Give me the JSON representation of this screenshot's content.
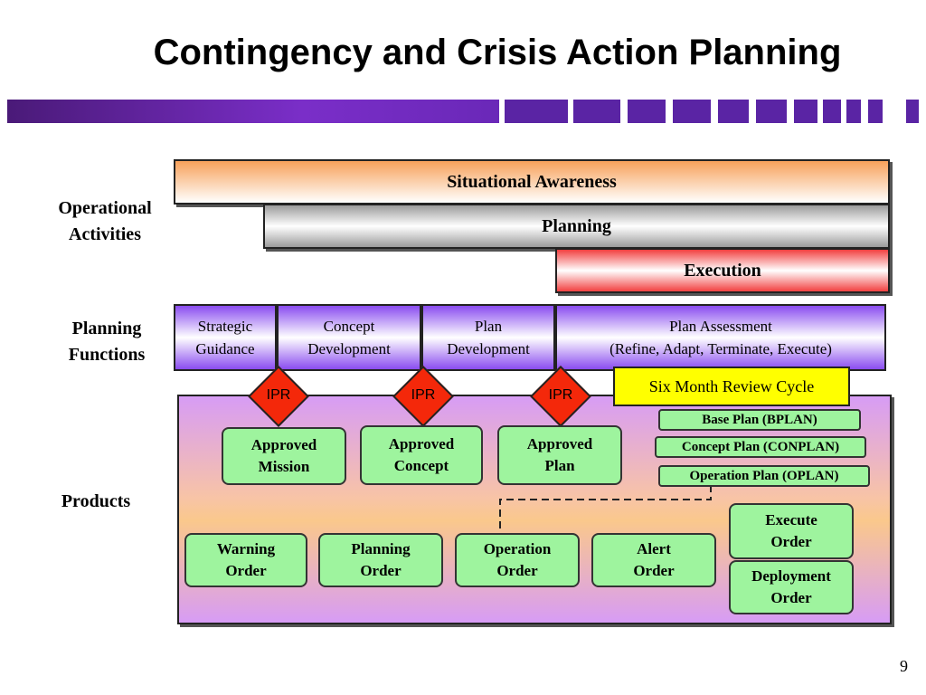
{
  "title": "Contingency and Crisis Action Planning",
  "page_number": "9",
  "row_labels": {
    "operational": [
      "Operational",
      "Activities"
    ],
    "planning": [
      "Planning",
      "Functions"
    ],
    "products": "Products"
  },
  "activities": {
    "situational": "Situational Awareness",
    "planning": "Planning",
    "execution": "Execution"
  },
  "functions": {
    "strategic": [
      "Strategic",
      "Guidance"
    ],
    "concept": [
      "Concept",
      "Development"
    ],
    "plan": [
      "Plan",
      "Development"
    ],
    "assessment": [
      "Plan Assessment",
      "(Refine, Adapt, Terminate, Execute)"
    ]
  },
  "ipr_label": "IPR",
  "review_cycle": "Six Month Review Cycle",
  "approved": {
    "mission": [
      "Approved",
      "Mission"
    ],
    "concept": [
      "Approved",
      "Concept"
    ],
    "plan": [
      "Approved",
      "Plan"
    ]
  },
  "plans": {
    "bplan": "Base Plan (BPLAN)",
    "conplan": "Concept Plan (CONPLAN)",
    "oplan": "Operation Plan (OPLAN)"
  },
  "orders": {
    "warning": [
      "Warning",
      "Order"
    ],
    "planning": [
      "Planning",
      "Order"
    ],
    "operation": [
      "Operation",
      "Order"
    ],
    "alert": [
      "Alert",
      "Order"
    ],
    "execute": [
      "Execute",
      "Order"
    ],
    "deployment": [
      "Deployment",
      "Order"
    ]
  },
  "colors": {
    "title_stripe": "#5a24a4",
    "ipr_diamond": "#f4280a",
    "product_box": "#9ef49e",
    "review_box": "#ffff00"
  }
}
